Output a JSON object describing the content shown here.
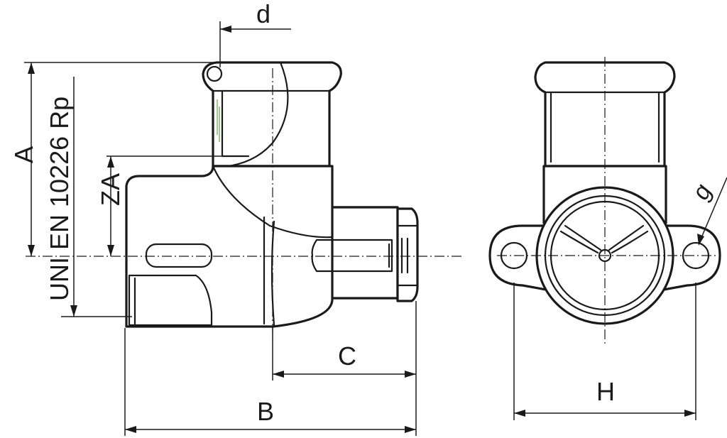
{
  "drawing": {
    "labels": {
      "d": "d",
      "A": "A",
      "ZA": "ZA",
      "thread_standard": "UNI EN 10226 Rp",
      "C": "C",
      "B": "B",
      "H": "H",
      "g": "g"
    }
  }
}
